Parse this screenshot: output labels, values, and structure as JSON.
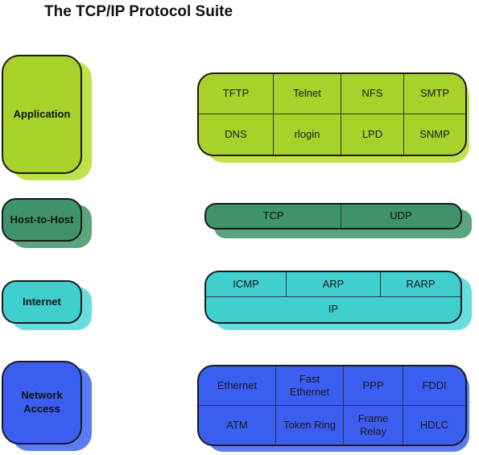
{
  "title": "The TCP/IP Protocol Suite",
  "colors": {
    "application": "#a6d22a",
    "application_shadow": "#bfe14a",
    "host_to_host": "#3e936a",
    "host_to_host_shadow": "#5aa57e",
    "internet": "#3fcfcf",
    "internet_shadow": "#6adcdc",
    "network_access": "#3a5ef0",
    "network_access_shadow": "#5b7bf2"
  },
  "layers": {
    "application": "Application",
    "host_to_host": "Host-to-Host",
    "internet": "Internet",
    "network_access_line1": "Network",
    "network_access_line2": "Access"
  },
  "application_protocols": [
    "TFTP",
    "Telnet",
    "NFS",
    "SMTP",
    "DNS",
    "rlogin",
    "LPD",
    "SNMP"
  ],
  "host_to_host_protocols": [
    "TCP",
    "UDP"
  ],
  "internet_protocols": {
    "top": [
      "ICMP",
      "ARP",
      "RARP"
    ],
    "bottom": "IP"
  },
  "network_access_protocols": [
    [
      "Ethernet"
    ],
    [
      "Fast",
      "Ethernet"
    ],
    [
      "PPP"
    ],
    [
      "FDDI"
    ],
    [
      "ATM"
    ],
    [
      "Token Ring"
    ],
    [
      "Frame",
      "Relay"
    ],
    [
      "HDLC"
    ]
  ]
}
